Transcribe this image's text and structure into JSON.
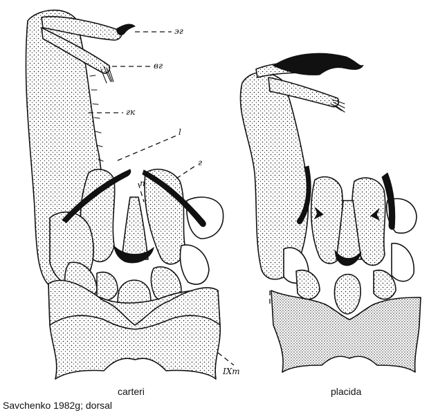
{
  "figure": {
    "caption": "Savchenko 1982g; dorsal",
    "species": [
      {
        "name": "carteri"
      },
      {
        "name": "placida"
      }
    ],
    "annotations": {
      "left": [
        "эг",
        "вг",
        "гк",
        "l",
        "г",
        "п",
        "IXт"
      ]
    },
    "colors": {
      "ink": "#111111",
      "background": "#ffffff"
    }
  }
}
